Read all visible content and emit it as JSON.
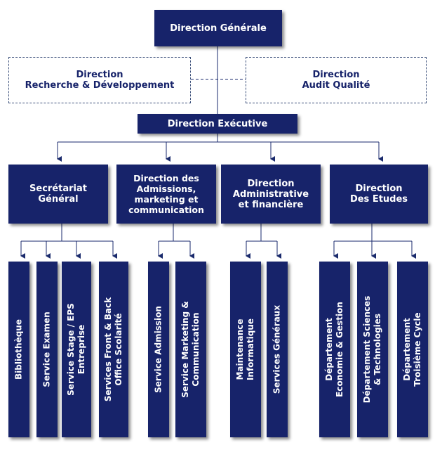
{
  "top": {
    "general": "Direction Générale",
    "rd": "Direction\nRecherche & Développement",
    "audit": "Direction\nAudit Qualité",
    "executive": "Direction Exécutive"
  },
  "directions": [
    "Secrétariat\nGénéral",
    "Direction des\nAdmissions,\nmarketing et\ncommunication",
    "Direction\nAdministrative\net financière",
    "Direction\nDes Etudes"
  ],
  "services": [
    "Bibliothèque",
    "Service Examen",
    "Service Stage / EPS\nEntreprise",
    "Services Front & Back\nOffice Scolarité",
    "Service Admission",
    "Service Marketing &\nCommunication",
    "Maintenance\nInformatique",
    "Services Généraux",
    "Département\nEconomie & Gestion",
    "Département Sciences\n& Technologies",
    "Département\nTroisième Cycle"
  ],
  "colors": {
    "box_fill": "#17236a",
    "box_text": "#ffffff",
    "dashed_border": "#3b4f7a",
    "connector": "#1a2a6c"
  }
}
